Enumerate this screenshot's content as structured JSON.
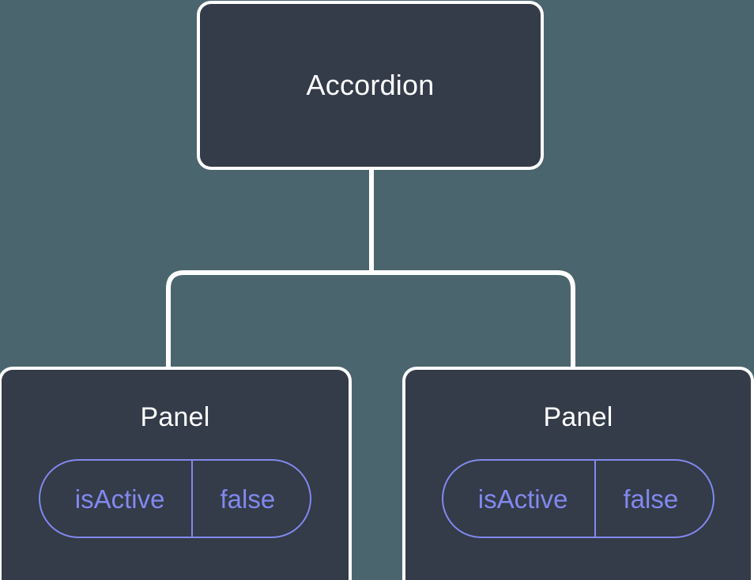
{
  "diagram": {
    "type": "component-tree",
    "background_color": "#4b656e",
    "node_fill_color": "#343b49",
    "node_border_color": "#ffffff",
    "node_title_color": "#ffffff",
    "prop_accent_color": "#8189ee",
    "edge_color": "#ffffff",
    "root": {
      "title": "Accordion"
    },
    "children": [
      {
        "title": "Panel",
        "prop": {
          "key": "isActive",
          "value": "false"
        }
      },
      {
        "title": "Panel",
        "prop": {
          "key": "isActive",
          "value": "false"
        }
      }
    ]
  }
}
